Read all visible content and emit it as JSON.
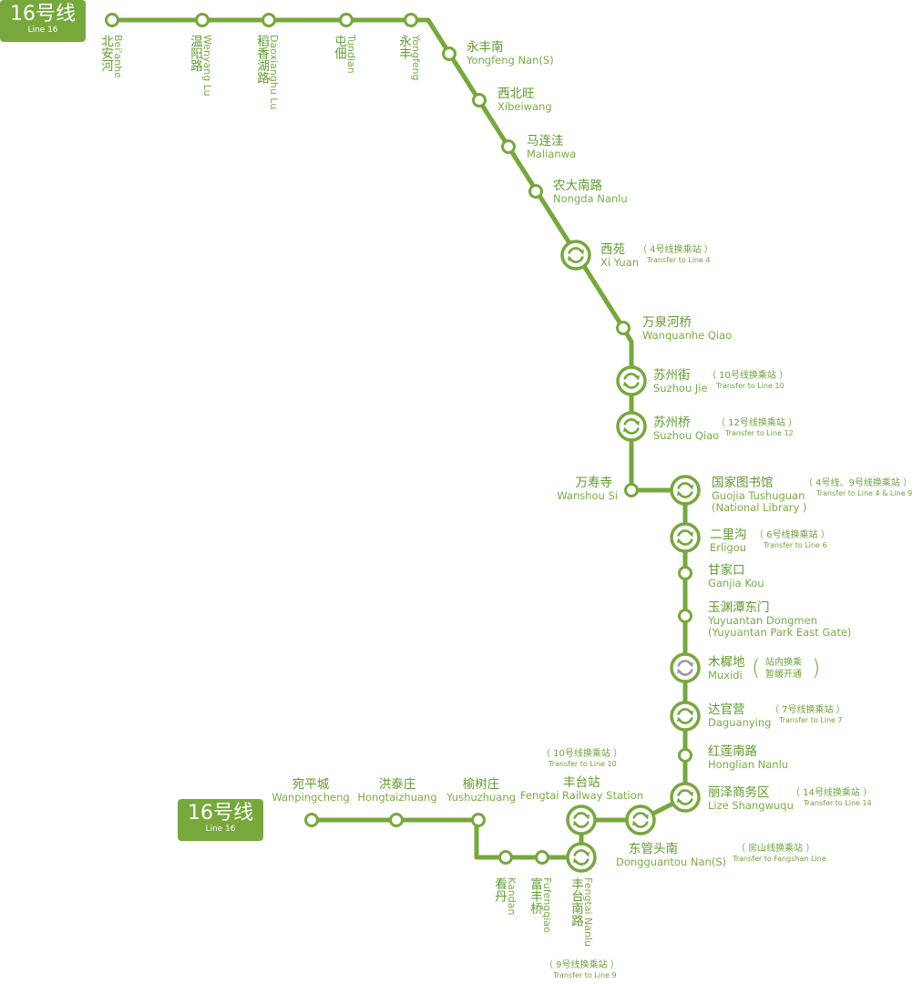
{
  "colors": {
    "line": "#76a83c",
    "text": "#5e9a2c",
    "inactive": "#9a9aa0"
  },
  "badge_top": {
    "cn": "16号线",
    "en": "Line 16"
  },
  "badge_bottom": {
    "cn": "16号线",
    "en": "Line 16"
  },
  "stations": {
    "beianhe": {
      "cn": "北安河",
      "en": "Bei'anhe"
    },
    "wenyanglu": {
      "cn": "温阳路",
      "en": "Wenyang Lu"
    },
    "daoxianghulu": {
      "cn": "稻香湖路",
      "en": "Daoxianghu Lu"
    },
    "tundian": {
      "cn": "屯佃",
      "en": "Tundian"
    },
    "yongfeng": {
      "cn": "永丰",
      "en": "Yongfeng"
    },
    "yongfengnan": {
      "cn": "永丰南",
      "en": "Yongfeng Nan(S)"
    },
    "xibeiwang": {
      "cn": "西北旺",
      "en": "Xibeiwang"
    },
    "malianwa": {
      "cn": "马连洼",
      "en": "Malianwa"
    },
    "nongdananlu": {
      "cn": "农大南路",
      "en": "Nongda Nanlu"
    },
    "xiyuan": {
      "cn": "西苑",
      "en": "Xi Yuan",
      "transfer_cn": "（ 4号线换乘站 ）",
      "transfer_en": "Transfer to Line 4"
    },
    "wanquanheqiao": {
      "cn": "万泉河桥",
      "en": "Wanquanhe Qiao"
    },
    "suzhoujie": {
      "cn": "苏州街",
      "en": "Suzhou Jie",
      "transfer_cn": "（ 10号线换乘站 ）",
      "transfer_en": "Transfer to Line 10"
    },
    "suzhouqiao": {
      "cn": "苏州桥",
      "en": "Suzhou Qiao",
      "transfer_cn": "（ 12号线换乘站 ）",
      "transfer_en": "Transfer to Line 12"
    },
    "wanshousi": {
      "cn": "万寿寺",
      "en": "Wanshou Si"
    },
    "guojiatushuguan": {
      "cn": "国家图书馆",
      "en": "Guojia Tushuguan",
      "en2": "(National Library )",
      "transfer_cn": "（ 4号线、9号线换乘站 ）",
      "transfer_en": "Transfer to Line 4 & Line 9"
    },
    "erligou": {
      "cn": "二里沟",
      "en": "Erligou",
      "transfer_cn": "（ 6号线换乘站 ）",
      "transfer_en": "Transfer to Line 6"
    },
    "ganjiakou": {
      "cn": "甘家口",
      "en": "Ganjia Kou"
    },
    "yuyuantandongmen": {
      "cn": "玉渊潭东门",
      "en": "Yuyuantan Dongmen",
      "en2": "(Yuyuantan Park East Gate)"
    },
    "muxidi": {
      "cn": "木樨地",
      "en": "Muxidi",
      "note1": "站内换乘",
      "note2": "暂缓开通"
    },
    "daguanying": {
      "cn": "达官营",
      "en": "Daguanying",
      "transfer_cn": "（ 7号线换乘站 ）",
      "transfer_en": "Transfer to Line 7"
    },
    "honglian": {
      "cn": "红莲南路",
      "en": "Honglian Nanlu"
    },
    "lizeshangwuqu": {
      "cn": "丽泽商务区",
      "en": "Lize Shangwuqu",
      "transfer_cn": "（ 14号线换乘站 ）",
      "transfer_en": "Transfer to Line 14"
    },
    "dongguantounan": {
      "cn": "东管头南",
      "en": "Dongguantou Nan(S)",
      "transfer_cn": "（ 房山线换乘站 ）",
      "transfer_en": "Transfer to Fangshan Line"
    },
    "fengtaizhan": {
      "cn": "丰台站",
      "en": "Fengtai Railway Station",
      "transfer_cn": "（ 10号线换乘站 ）",
      "transfer_en": "Transfer to Line 10"
    },
    "fengtainanlu": {
      "cn": "丰台南路",
      "en": "Fengtai Nanlu",
      "transfer_cn": "（ 9号线换乘站 ）",
      "transfer_en": "Transfer to Line 9"
    },
    "fufengqiao": {
      "cn": "富丰桥",
      "en": "Fufengqiao"
    },
    "kandan": {
      "cn": "看丹",
      "en": "Kandan"
    },
    "yushuzhuang": {
      "cn": "榆树庄",
      "en": "Yushuzhuang"
    },
    "hongtaizhuang": {
      "cn": "洪泰庄",
      "en": "Hongtaizhuang"
    },
    "wanpingcheng": {
      "cn": "宛平城",
      "en": "Wanpingcheng"
    }
  }
}
